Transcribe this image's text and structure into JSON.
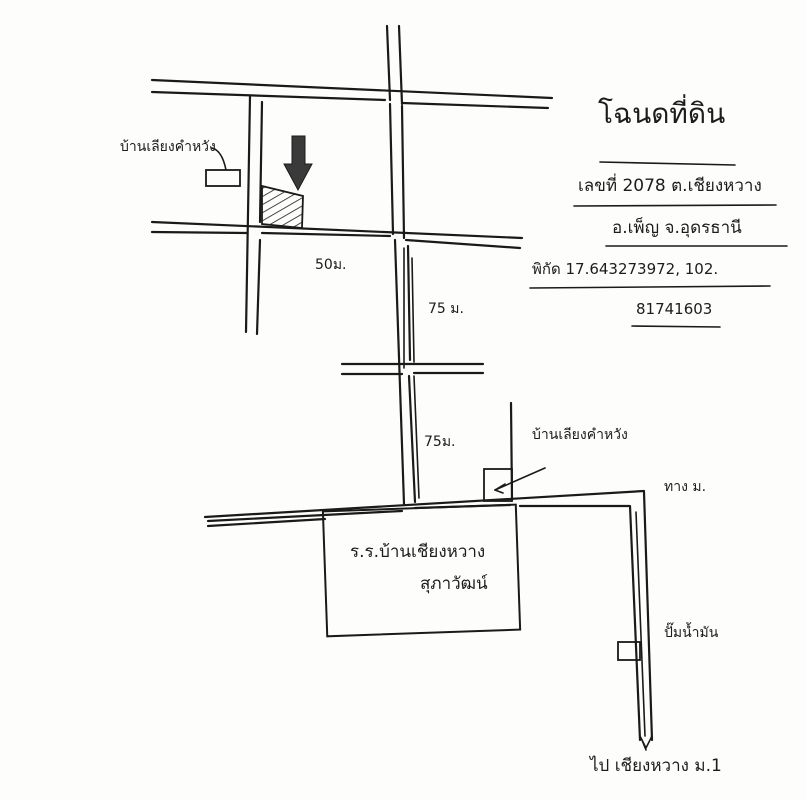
{
  "title": "โฉนดที่ดิน",
  "info": {
    "deed_no": "เลขที่ 2078  ต.เชียงหวาง",
    "district": "อ.เพ็ญ  จ.อุดรธานี",
    "coords_line1": "พิกัด 17.643273972, 102.",
    "coords_line2": "81741603"
  },
  "labels": {
    "house_left": "บ้านเลียงคำหวัง",
    "house_right": "บ้านเลียงคำหวัง",
    "school_line1": "ร.ร.บ้านเชียงหวาง",
    "school_line2": "สุภาวัฒน์",
    "gas_station": "ปั๊มน้ำมัน",
    "bottom_dest": "ไป เชียงหวาง ม.1"
  },
  "distances": {
    "d_50": "50ม.",
    "d_75_top": "75 ม.",
    "d_75_bottom": "75ม.",
    "d_right": "ทาง ม."
  },
  "colors": {
    "ink": "#1a1a1a",
    "paper": "#fdfdfb",
    "arrow": "#3a3a3a"
  },
  "icons": {
    "target_marker": "down-arrow-icon",
    "plot": "hatched-plot"
  }
}
